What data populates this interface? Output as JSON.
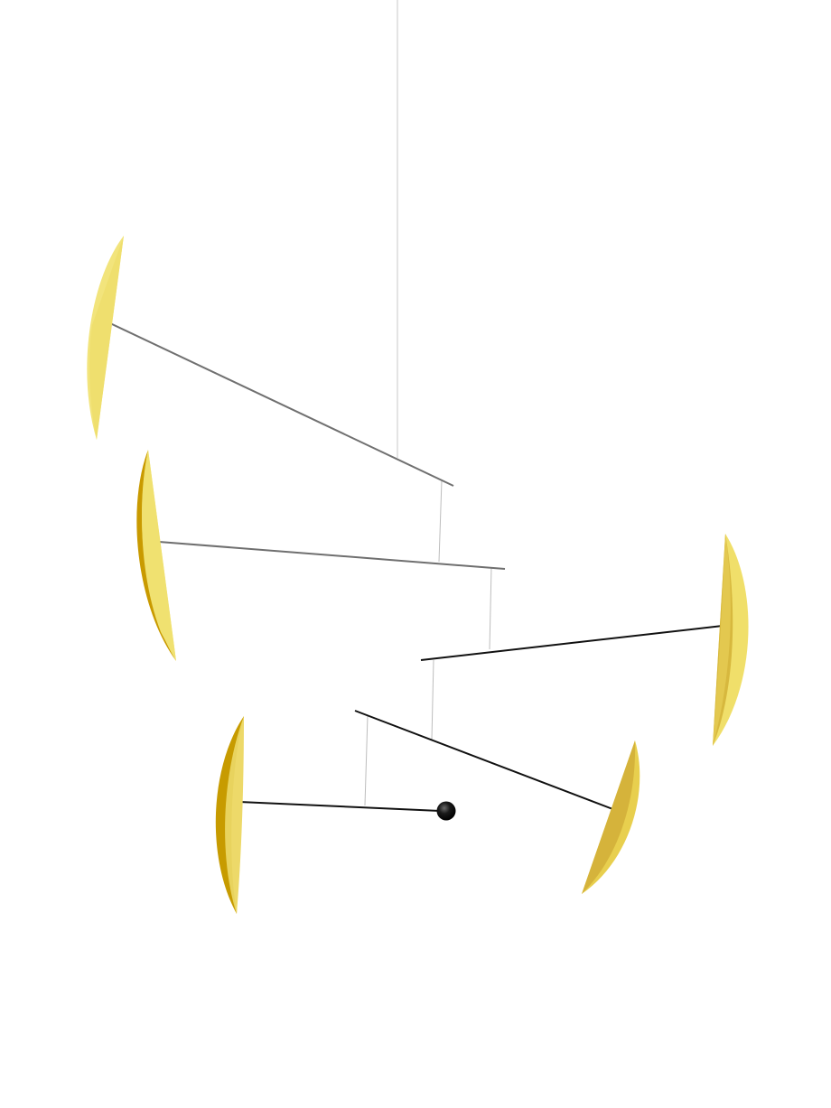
{
  "scene": {
    "subject": "hanging-mobile",
    "background_color": "#ffffff",
    "colors": {
      "leaf_light": "#f3e57d",
      "leaf_mid": "#e9d25e",
      "leaf_dark": "#cfae2e",
      "leaf_shadow": "#c49a00",
      "rod": "#111111",
      "rod_grey": "#7a7a7a",
      "thread": "#b9b9b9",
      "counterweight": "#1a1a1a"
    },
    "element_counts": {
      "leaves": 5,
      "rods": 5,
      "counterweights": 1
    }
  }
}
